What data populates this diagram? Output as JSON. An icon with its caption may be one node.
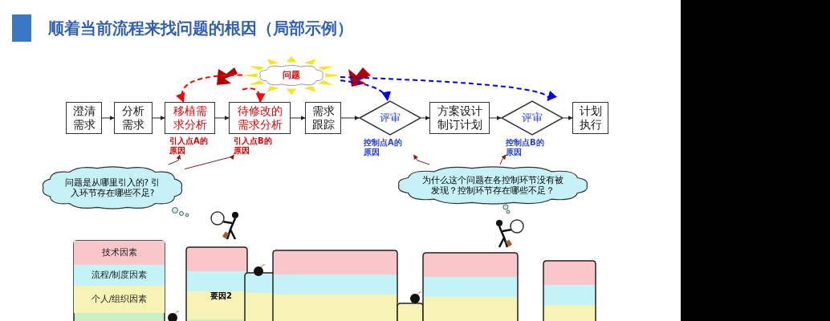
{
  "diagram": {
    "title": "顺着当前流程来找问题的根因（局部示例）",
    "nodes": [
      {
        "text": [
          "澄清需求"
        ]
      },
      {
        "text": [
          "分析需求"
        ]
      },
      {
        "text": [
          "移植需求分析"
        ],
        "beside": [
          "引入点A的原因"
        ]
      },
      {
        "text": [
          "待修改的需求分析"
        ],
        "beside": [
          "引入点B的原因"
        ]
      },
      {
        "text": [
          "需求跟踪"
        ]
      },
      {
        "text": [
          "评审"
        ],
        "beside": [
          "控制点A的原因"
        ]
      },
      {
        "text": [
          "方案设计制订计划"
        ]
      },
      {
        "text": [
          "评审"
        ],
        "beside": [
          "控制点B的原因"
        ]
      },
      {
        "text": [
          "计划执行"
        ]
      },
      {
        "text": [
          "问题"
        ]
      },
      {
        "text": [
          "问题是从哪里引入的? 引入环节存在哪些不足?"
        ]
      },
      {
        "text": [
          "为什么这个问题在各控制环节没有被发现？控制环节存在哪些不足？"
        ]
      },
      {
        "text": [
          "技术因素"
        ]
      },
      {
        "text": [
          "流程/制度因素"
        ]
      },
      {
        "text": [
          "个人/组织因素"
        ]
      }
    ],
    "edges": [
      {
        "from": 0,
        "to": 1,
        "arrow": "to"
      },
      {
        "from": 1,
        "to": 2,
        "arrow": "to"
      },
      {
        "from": 2,
        "to": 3,
        "arrow": "to"
      },
      {
        "from": 3,
        "to": 4,
        "arrow": "to"
      },
      {
        "from": 4,
        "to": 5,
        "arrow": "to"
      },
      {
        "from": 5,
        "to": 6,
        "arrow": "to"
      },
      {
        "from": 6,
        "to": 7,
        "arrow": "to"
      },
      {
        "from": 7,
        "to": 8,
        "arrow": "to"
      },
      {
        "from": 9,
        "to": 2,
        "arrow": "to",
        "style": "dashed",
        "color": "#ff0000"
      },
      {
        "from": 9,
        "to": 3,
        "arrow": "to",
        "style": "dashed",
        "color": "#ff0000"
      },
      {
        "from": 9,
        "to": 5,
        "arrow": "to",
        "style": "dashed",
        "color": "#0000ff"
      },
      {
        "from": 9,
        "to": 7,
        "arrow": "to",
        "style": "dashed",
        "color": "#0000ff"
      },
      {
        "from": 10,
        "to": 2,
        "arrow": "to",
        "color": "#8b1a1a"
      },
      {
        "from": 10,
        "to": 3,
        "arrow": "to",
        "color": "#8b1a1a"
      },
      {
        "from": 11,
        "to": 5,
        "arrow": "to",
        "color": "#8b1a1a"
      },
      {
        "from": 11,
        "to": 7,
        "arrow": "to",
        "color": "#8b1a1a"
      }
    ],
    "labels": [
      "要因2"
    ]
  }
}
